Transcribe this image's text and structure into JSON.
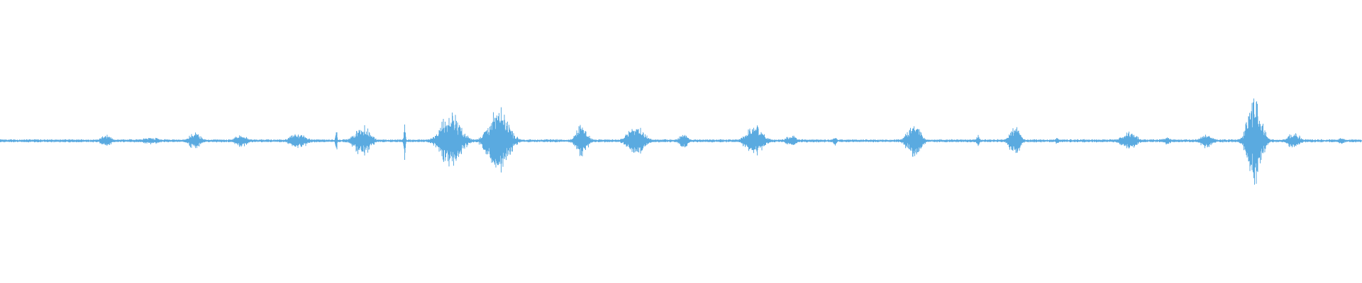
{
  "waveform": {
    "color": "#5aaae0",
    "background": "#ffffff",
    "baseline_amplitude": 0.012,
    "bursts": [
      {
        "t": 0.078,
        "width": 0.006,
        "amp": 0.05
      },
      {
        "t": 0.111,
        "width": 0.01,
        "amp": 0.03
      },
      {
        "t": 0.143,
        "width": 0.007,
        "amp": 0.07
      },
      {
        "t": 0.177,
        "width": 0.007,
        "amp": 0.05
      },
      {
        "t": 0.219,
        "width": 0.01,
        "amp": 0.06
      },
      {
        "t": 0.247,
        "width": 0.001,
        "amp": 0.1
      },
      {
        "t": 0.266,
        "width": 0.009,
        "amp": 0.13
      },
      {
        "t": 0.297,
        "width": 0.001,
        "amp": 0.15
      },
      {
        "t": 0.331,
        "width": 0.012,
        "amp": 0.23
      },
      {
        "t": 0.366,
        "width": 0.012,
        "amp": 0.26
      },
      {
        "t": 0.427,
        "width": 0.007,
        "amp": 0.13
      },
      {
        "t": 0.467,
        "width": 0.01,
        "amp": 0.12
      },
      {
        "t": 0.502,
        "width": 0.005,
        "amp": 0.06
      },
      {
        "t": 0.554,
        "width": 0.01,
        "amp": 0.12
      },
      {
        "t": 0.581,
        "width": 0.006,
        "amp": 0.05
      },
      {
        "t": 0.613,
        "width": 0.002,
        "amp": 0.04
      },
      {
        "t": 0.671,
        "width": 0.008,
        "amp": 0.14
      },
      {
        "t": 0.718,
        "width": 0.002,
        "amp": 0.05
      },
      {
        "t": 0.745,
        "width": 0.006,
        "amp": 0.13
      },
      {
        "t": 0.776,
        "width": 0.002,
        "amp": 0.03
      },
      {
        "t": 0.829,
        "width": 0.009,
        "amp": 0.07
      },
      {
        "t": 0.857,
        "width": 0.005,
        "amp": 0.03
      },
      {
        "t": 0.886,
        "width": 0.007,
        "amp": 0.06
      },
      {
        "t": 0.921,
        "width": 0.008,
        "amp": 0.38
      },
      {
        "t": 0.95,
        "width": 0.008,
        "amp": 0.06
      },
      {
        "t": 0.985,
        "width": 0.004,
        "amp": 0.03
      }
    ]
  }
}
